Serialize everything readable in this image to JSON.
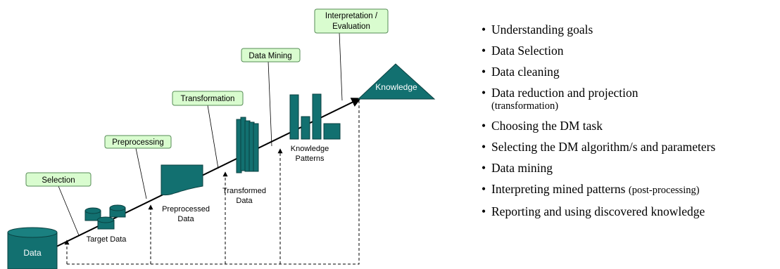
{
  "process": {
    "steps": [
      "Selection",
      "Preprocessing",
      "Transformation",
      "Data Mining",
      "Interpretation /",
      "Evaluation"
    ],
    "stores": {
      "data": "Data",
      "target": "Target Data",
      "preprocessed_1": "Preprocessed",
      "preprocessed_2": "Data",
      "transformed_1": "Transformed",
      "transformed_2": "Data",
      "patterns_1": "Knowledge",
      "patterns_2": "Patterns",
      "knowledge": "Knowledge"
    }
  },
  "colors": {
    "teal": "#127070",
    "box_fill": "#d9fccf",
    "box_border": "#558b55"
  },
  "list": [
    {
      "main": "Understanding goals"
    },
    {
      "main": "Data Selection"
    },
    {
      "main": "Data cleaning"
    },
    {
      "main": "Data reduction and projection",
      "sub": "(transformation)"
    },
    {
      "main": "Choosing the DM task"
    },
    {
      "main": "Selecting the DM algorithm/s and parameters"
    },
    {
      "main": "Data mining"
    },
    {
      "main": "Interpreting mined patterns",
      "note": "(post-processing)"
    },
    {
      "main": "Reporting and using discovered knowledge"
    }
  ]
}
